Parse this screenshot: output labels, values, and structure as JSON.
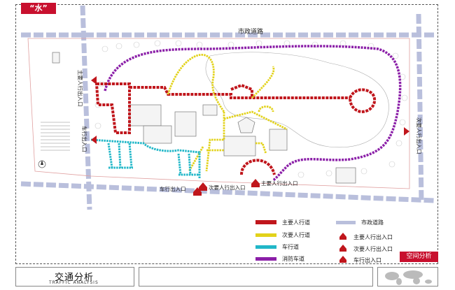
{
  "tags": {
    "water": "“水”",
    "space": "空间分析"
  },
  "footer": {
    "title": "交通分析",
    "subtitle": "TRAFFIC ANALYSIS"
  },
  "map": {
    "road_top": "市政道路",
    "left_ped_entrance": "主要人行出入口",
    "left_car_entrance": "车行出入口",
    "right_ped_entrance": "次要人行出入口",
    "bottom_car_entrance": "车行出入口",
    "bottom_secondary_entrance": "次要人行出入口",
    "bottom_main_entrance": "主要人行出入口"
  },
  "legend": {
    "main_ped": "主要人行道",
    "secondary_ped": "次要人行道",
    "car_road": "车行道",
    "fire_lane": "消防车道",
    "municipal_road": "市政道路",
    "main_ped_entrance": "主要人行出入口",
    "secondary_ped_entrance": "次要人行出入口",
    "car_entrance": "车行出入口"
  },
  "colors": {
    "main_ped": "#c0161c",
    "secondary_ped": "#e2d21a",
    "car_road": "#21b7c8",
    "fire_lane": "#8b1fa8",
    "municipal_road": "#b9bfdc",
    "accent": "#c8102e"
  }
}
